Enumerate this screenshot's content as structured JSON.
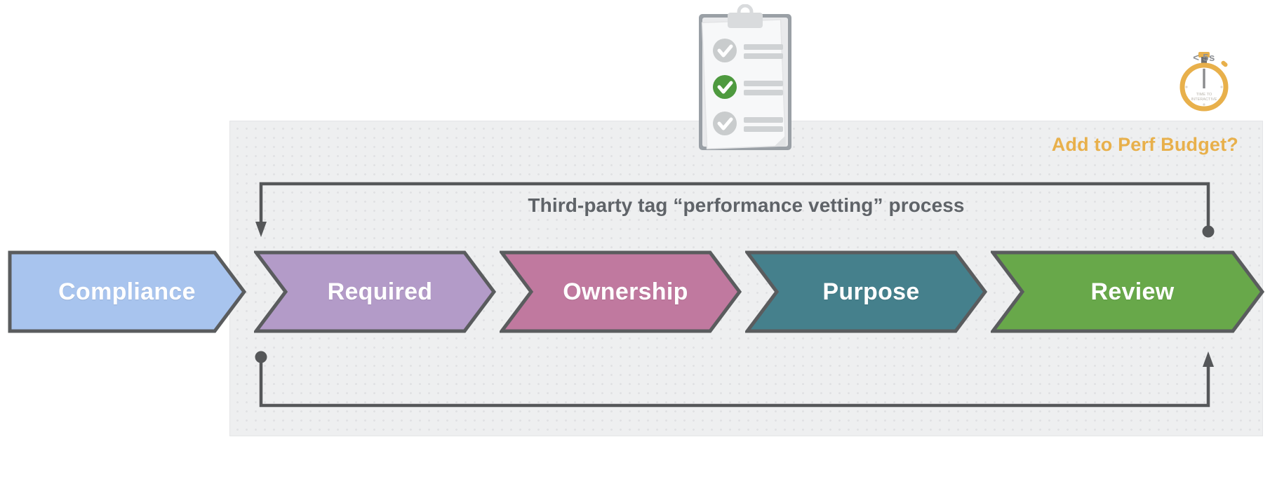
{
  "diagram": {
    "title": "Third-party tag “performance vetting” process",
    "perf_budget_label": "Add to Perf Budget?",
    "colors": {
      "panel_bg": "#eeeff0",
      "accent_amber": "#e8b04b",
      "line_gray": "#555759",
      "title_gray": "#5f6368"
    },
    "stages": [
      {
        "label": "Compliance",
        "color": "#a8c4ee",
        "order": 1
      },
      {
        "label": "Required",
        "color": "#b39bc8",
        "order": 2
      },
      {
        "label": "Ownership",
        "color": "#c0799f",
        "order": 3
      },
      {
        "label": "Purpose",
        "color": "#45808c",
        "order": 4
      },
      {
        "label": "Review",
        "color": "#68a84a",
        "order": 5
      }
    ],
    "icons": {
      "clipboard": {
        "name": "clipboard-checklist-icon",
        "checks": [
          {
            "state": "unchecked",
            "color": "#c9cccd"
          },
          {
            "state": "checked",
            "color": "#4e9a3f"
          },
          {
            "state": "unchecked",
            "color": "#c9cccd"
          }
        ]
      },
      "stopwatch": {
        "name": "stopwatch-icon",
        "caption": "< 5s",
        "dial_text_line1": "TIME TO",
        "dial_text_line2": "INTERACTIVE",
        "color": "#e8b04b"
      }
    },
    "loops": {
      "top": {
        "from": "Review",
        "to": "Compliance",
        "direction": "right-to-left",
        "start_marker": "dot",
        "end_marker": "arrow"
      },
      "bottom": {
        "from": "Compliance",
        "to": "Review",
        "direction": "left-to-right",
        "start_marker": "dot",
        "end_marker": "arrow"
      }
    }
  }
}
